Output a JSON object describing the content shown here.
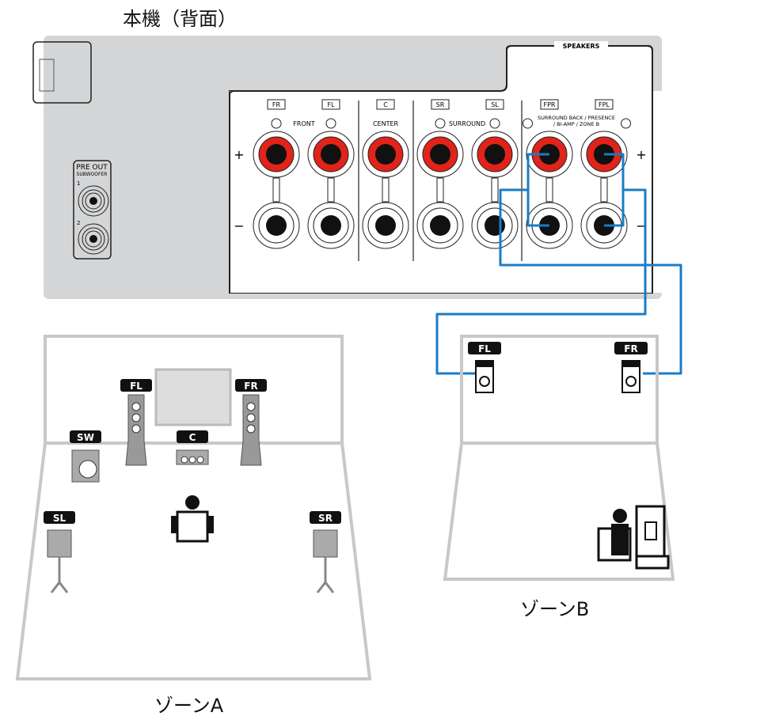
{
  "title": "本機（背面）",
  "speakers_header": "SPEAKERS",
  "preout": {
    "line1": "PRE OUT",
    "line2": "SUBWOOFER",
    "jacks": [
      "1",
      "2"
    ]
  },
  "terminals": [
    {
      "tag": "FR",
      "side": "R"
    },
    {
      "tag": "FL",
      "side": "L"
    },
    {
      "tag": "C",
      "side": ""
    },
    {
      "tag": "SR",
      "side": "R"
    },
    {
      "tag": "SL",
      "side": "L"
    },
    {
      "tag": "FPR",
      "side": "R"
    },
    {
      "tag": "FPL",
      "side": "L"
    }
  ],
  "groups": {
    "front": "FRONT",
    "center": "CENTER",
    "surround": "SURROUND",
    "sb1": "SURROUND BACK / PRESENCE",
    "sb2": "/ BI-AMP / ZONE B"
  },
  "polarity": {
    "plus": "+",
    "minus": "−"
  },
  "zoneA": {
    "label": "ゾーンA",
    "speakers": [
      "FL",
      "FR",
      "SW",
      "C",
      "SL",
      "SR"
    ]
  },
  "zoneB": {
    "label": "ゾーンB",
    "speakers": [
      "FL",
      "FR"
    ]
  },
  "colors": {
    "wire": "#1a7cc6",
    "terminal": "#e2231a",
    "panel": "#d4d5d6"
  }
}
